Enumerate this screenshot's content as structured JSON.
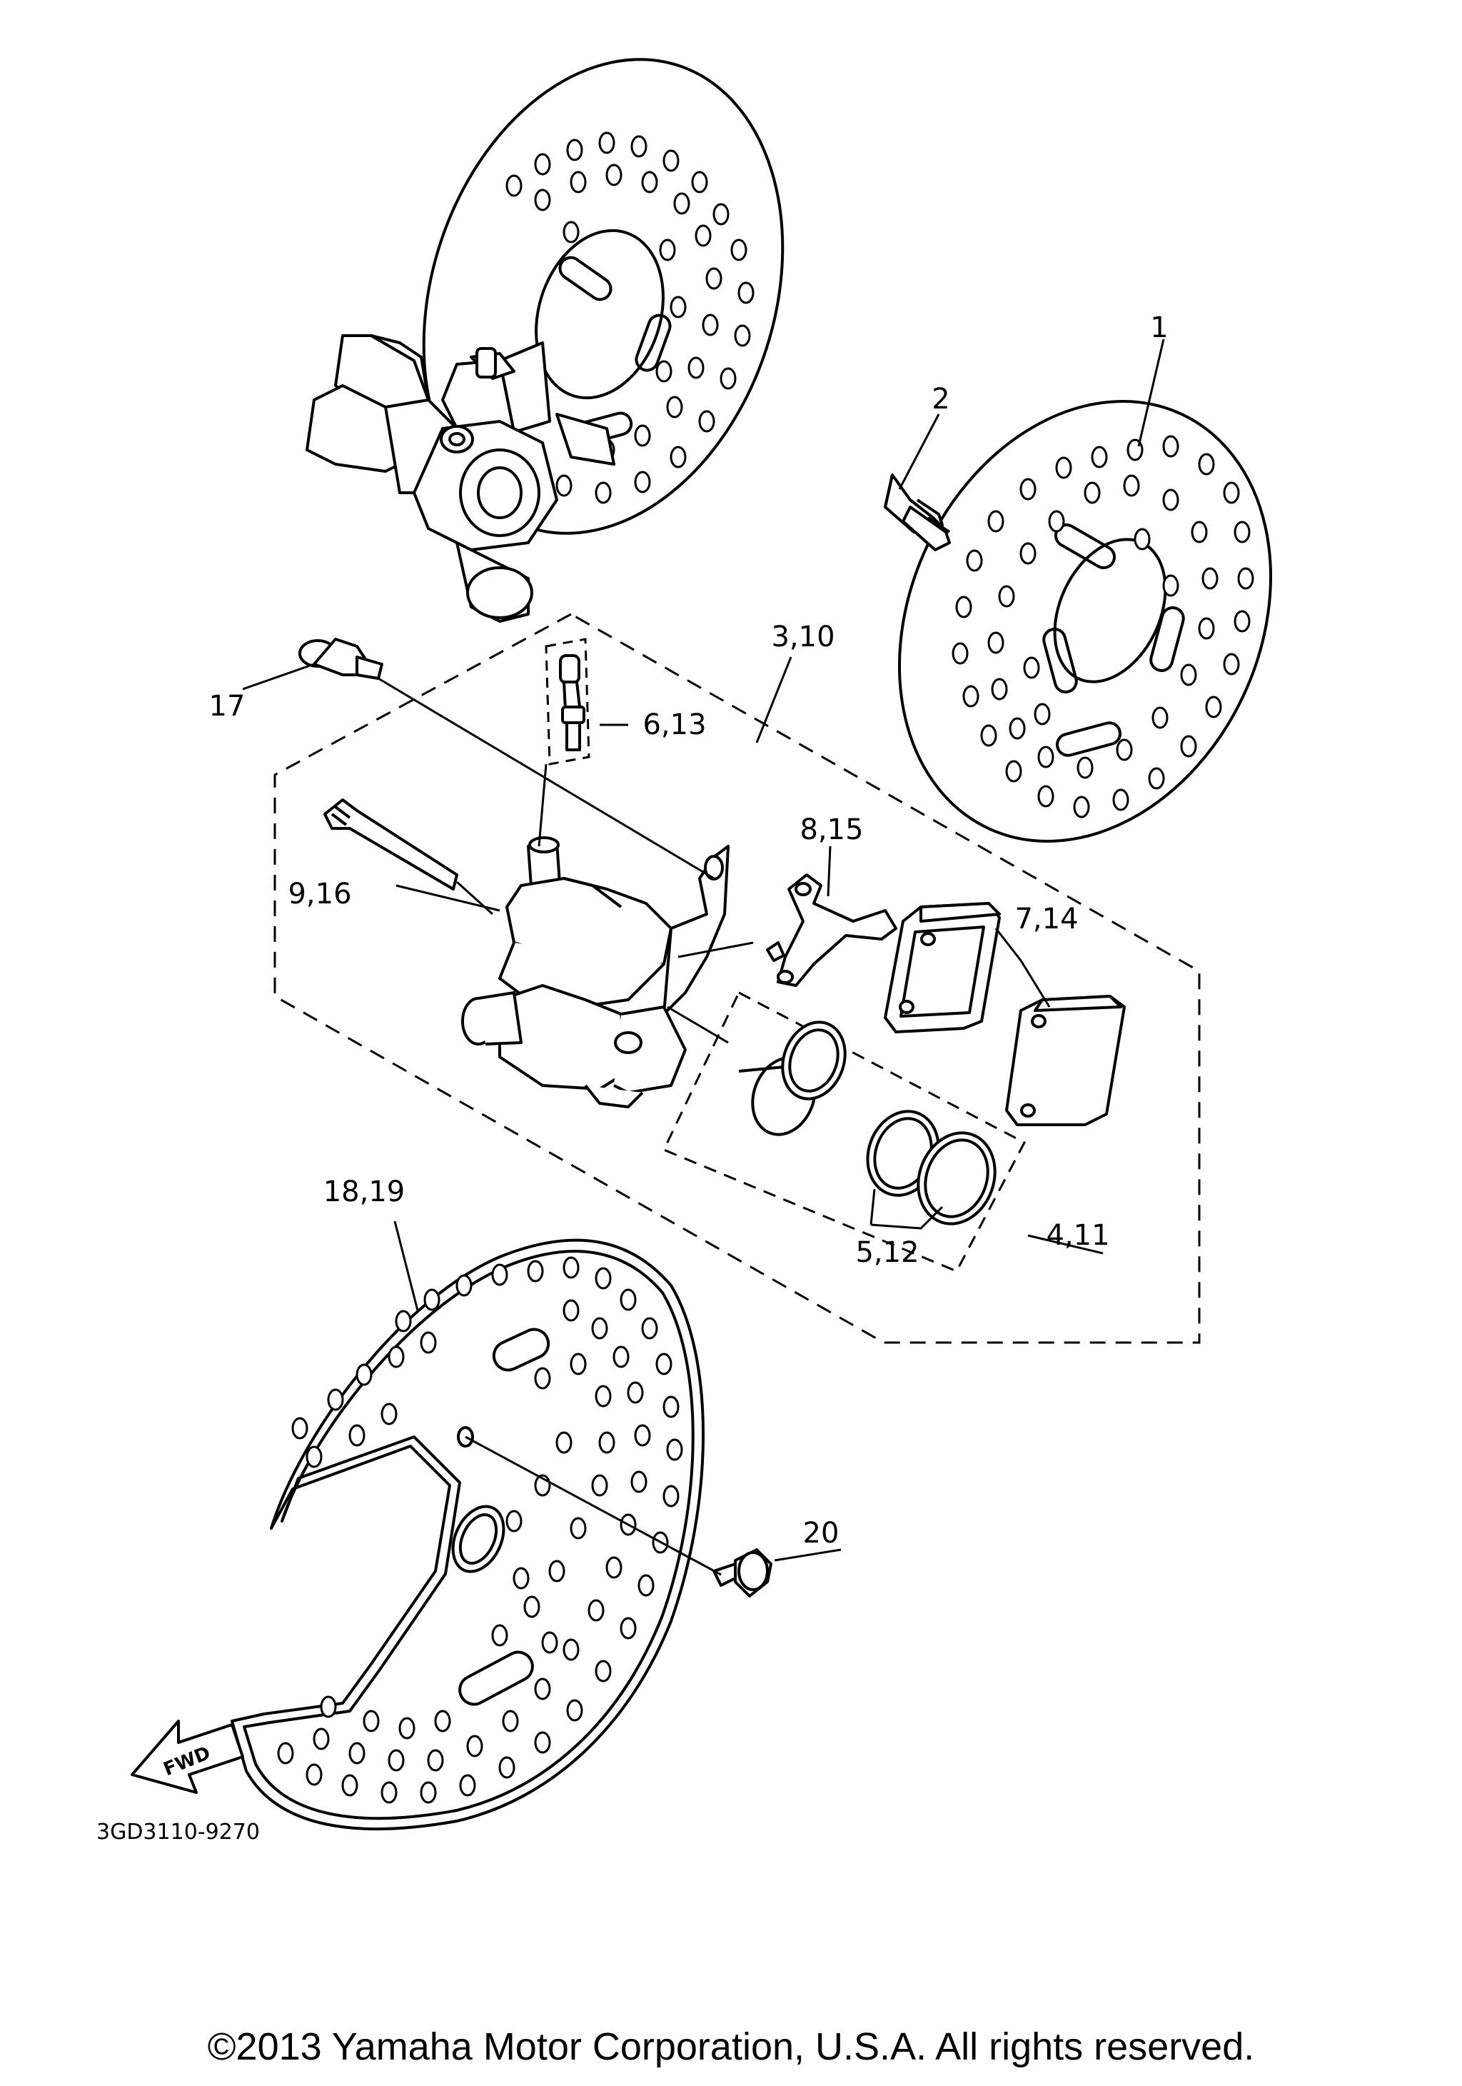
{
  "callouts": {
    "c1": "1",
    "c2": "2",
    "c3_10": "3,10",
    "c4_11": "4,11",
    "c5_12": "5,12",
    "c6_13": "6,13",
    "c7_14": "7,14",
    "c8_15": "8,15",
    "c9_16": "9,16",
    "c17": "17",
    "c18_19": "18,19",
    "c20": "20"
  },
  "fwd_label": "FWD",
  "diagram_code": "3GD3110-9270",
  "copyright": "©2013 Yamaha Motor Corporation, U.S.A. All rights reserved."
}
